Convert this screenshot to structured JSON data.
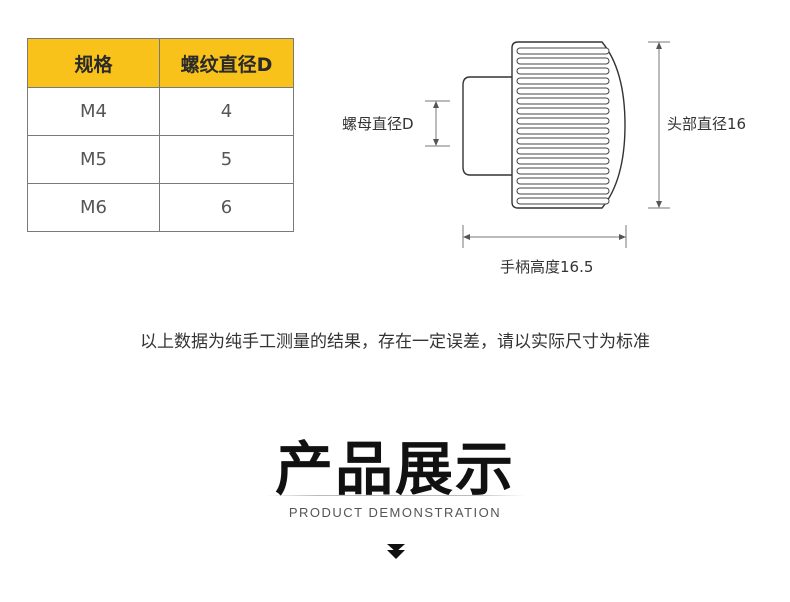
{
  "table": {
    "headers": [
      "规格",
      "螺纹直径D"
    ],
    "rows": [
      [
        "M4",
        "4"
      ],
      [
        "M5",
        "5"
      ],
      [
        "M6",
        "6"
      ]
    ],
    "header_color": "#f8c21a"
  },
  "diagram": {
    "nut_diameter_label": "螺母直径D",
    "head_diameter_label": "头部直径16",
    "handle_height_label": "手柄高度16.5"
  },
  "note": "以上数据为纯手工测量的结果，存在一定误差，请以实际尺寸为标准",
  "showcase": {
    "title": "产品展示",
    "subtitle": "PRODUCT DEMONSTRATION",
    "icon": "chevron-down-double-icon"
  }
}
